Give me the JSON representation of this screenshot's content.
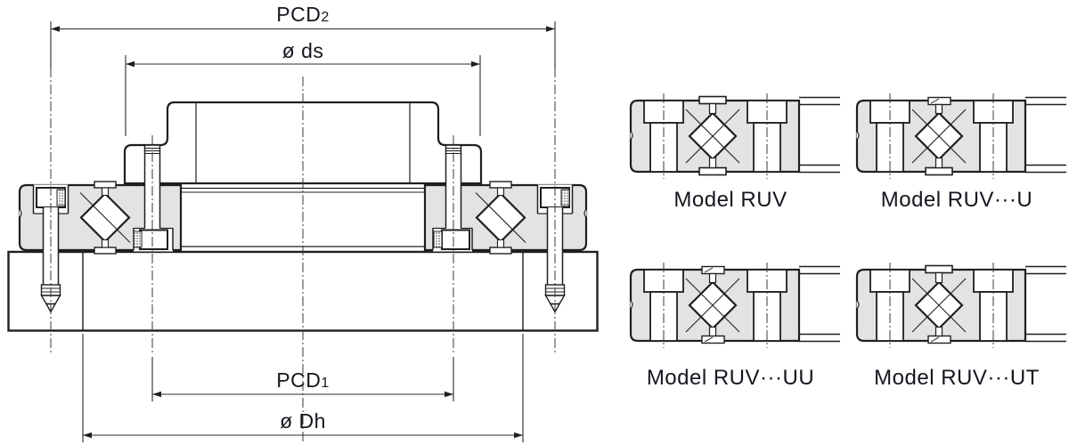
{
  "figure": {
    "main_view": {
      "dimension_labels": [
        {
          "id": "pcd2",
          "text": "PCD",
          "sub": "2"
        },
        {
          "id": "ds",
          "text": "ø ds",
          "sub": ""
        },
        {
          "id": "pcd1",
          "text": "PCD",
          "sub": "1"
        },
        {
          "id": "dh",
          "text": "ø Dh",
          "sub": ""
        }
      ]
    },
    "models": [
      {
        "label": "Model RUV",
        "seal_top": false,
        "seal_bottom": false
      },
      {
        "label": "Model RUV···U",
        "seal_top": true,
        "seal_bottom": false
      },
      {
        "label": "Model RUV···UU",
        "seal_top": true,
        "seal_bottom": true
      },
      {
        "label": "Model RUV···UT",
        "seal_top": false,
        "seal_bottom": true
      }
    ],
    "colors": {
      "line": "#1f1f1f",
      "fill": "#e3e3e1",
      "text": "#16161f",
      "background": "#ffffff"
    }
  }
}
